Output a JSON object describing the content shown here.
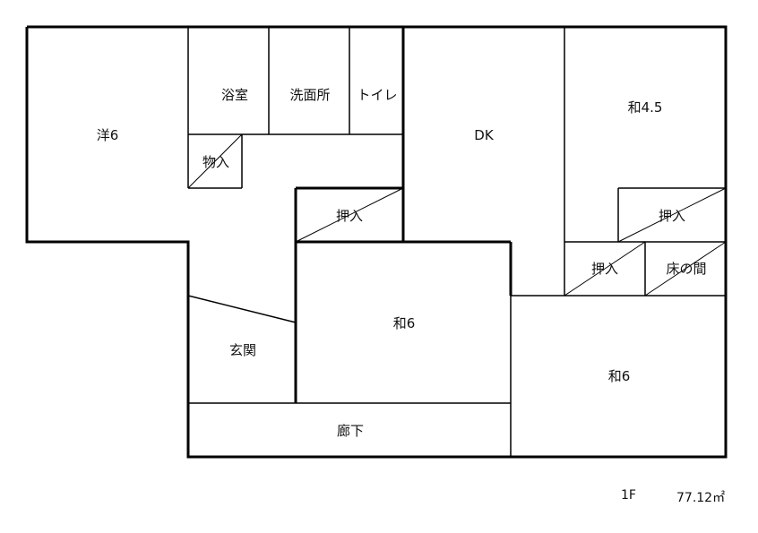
{
  "rooms": {
    "western6": "洋6",
    "bath": "浴室",
    "washroom": "洗面所",
    "toilet": "トイレ",
    "dk": "DK",
    "japanese45": "和4.5",
    "storage": "物入",
    "closet1": "押入",
    "closet2": "押入",
    "closet3": "押入",
    "tokonoma": "床の間",
    "entrance": "玄関",
    "japanese6_center": "和6",
    "japanese6_right": "和6",
    "hallway": "廊下"
  },
  "footer": {
    "floor": "1F",
    "area": "77.12㎡"
  }
}
